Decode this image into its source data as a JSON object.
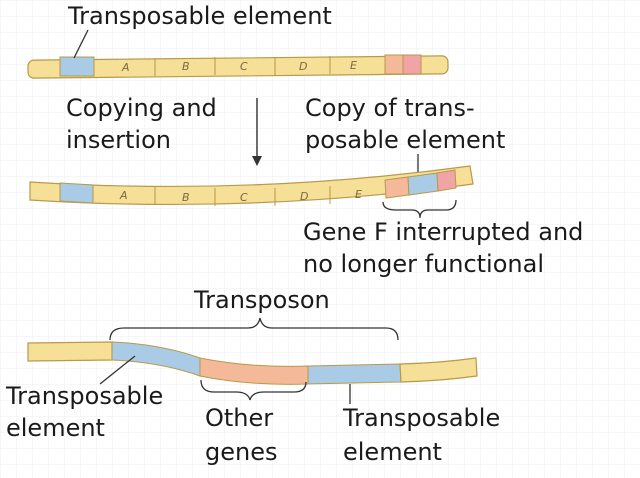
{
  "colors": {
    "chromosome_yellow": "#f6df97",
    "chromosome_outline": "#b89a4a",
    "transposable_blue": "#a9cbe6",
    "gene_salmon": "#f3b998",
    "gene_red": "#f0a4a6",
    "line": "#333333",
    "grid": "#e9eef4"
  },
  "labels": {
    "top_transposable_element": "Transposable element",
    "copying_line1": "Copying and",
    "copying_line2": "insertion",
    "copy_line1": "Copy of trans-",
    "copy_line2": "posable element",
    "gene_f_line1": "Gene F interrupted and",
    "gene_f_line2": "no longer functional",
    "transposon": "Transposon",
    "left_te_line1": "Transposable",
    "left_te_line2": "element",
    "other_line1": "Other",
    "other_line2": "genes",
    "right_te_line1": "Transposable",
    "right_te_line2": "element"
  },
  "genes_row1": [
    "A",
    "B",
    "C",
    "D",
    "E"
  ],
  "genes_row2": [
    "A",
    "B",
    "C",
    "D",
    "E"
  ]
}
